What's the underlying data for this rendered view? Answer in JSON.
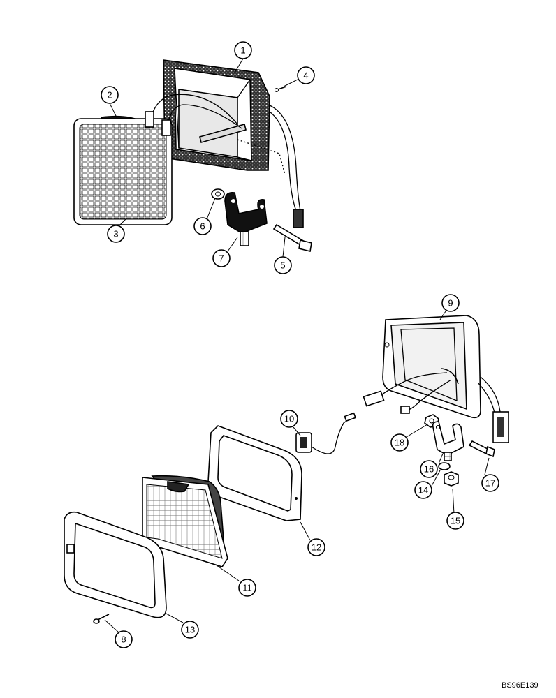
{
  "callouts": [
    {
      "id": "1",
      "label": "1"
    },
    {
      "id": "2",
      "label": "2"
    },
    {
      "id": "3",
      "label": "3"
    },
    {
      "id": "4",
      "label": "4"
    },
    {
      "id": "5",
      "label": "5"
    },
    {
      "id": "6",
      "label": "6"
    },
    {
      "id": "7",
      "label": "7"
    },
    {
      "id": "8",
      "label": "8"
    },
    {
      "id": "9",
      "label": "9"
    },
    {
      "id": "10",
      "label": "10"
    },
    {
      "id": "11",
      "label": "11"
    },
    {
      "id": "12",
      "label": "12"
    },
    {
      "id": "13",
      "label": "13"
    },
    {
      "id": "14",
      "label": "14"
    },
    {
      "id": "15",
      "label": "15"
    },
    {
      "id": "16",
      "label": "16"
    },
    {
      "id": "17",
      "label": "17"
    },
    {
      "id": "18",
      "label": "18"
    }
  ],
  "reference_code": "BS96E139",
  "colors": {
    "ink": "#000000",
    "paper": "#ffffff"
  }
}
